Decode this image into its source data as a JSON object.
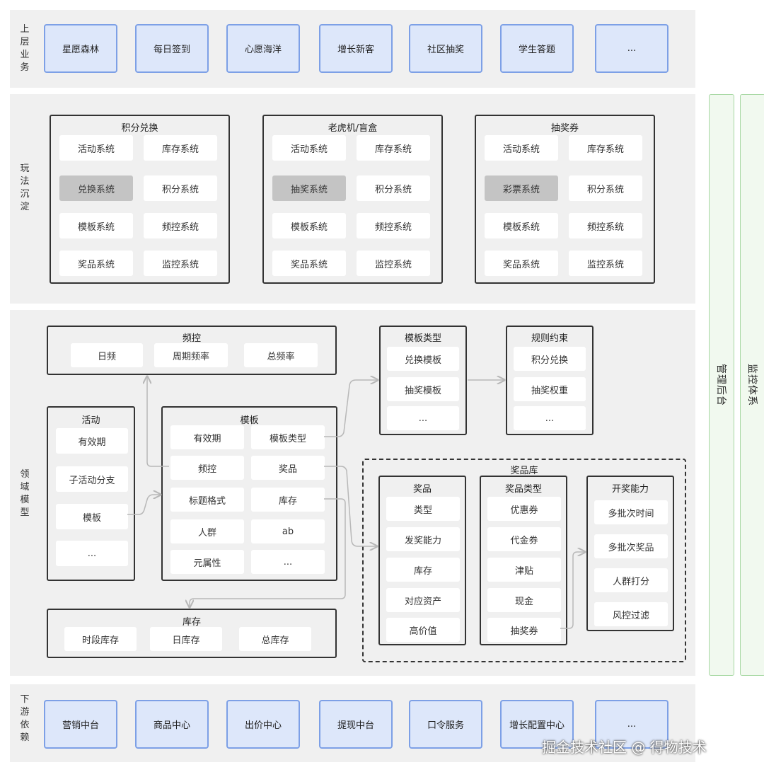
{
  "layers": {
    "top": {
      "label": "上层业务",
      "items": [
        "星愿森林",
        "每日签到",
        "心愿海洋",
        "增长新客",
        "社区抽奖",
        "学生答题",
        "..."
      ]
    },
    "play": {
      "label": "玩法沉淀"
    },
    "domain": {
      "label": "领域模型"
    },
    "bottom": {
      "label": "下游依赖",
      "items": [
        "营销中台",
        "商品中心",
        "出价中心",
        "提现中台",
        "口令服务",
        "增长配置中心",
        "..."
      ]
    }
  },
  "sidebars": {
    "admin": "管理后台",
    "monitor": "监控体系"
  },
  "play_groups": [
    {
      "title": "积分兑换",
      "cells": [
        "活动系统",
        "库存系统",
        "兑换系统",
        "积分系统",
        "模板系统",
        "频控系统",
        "奖品系统",
        "监控系统"
      ]
    },
    {
      "title": "老虎机/盲盒",
      "cells": [
        "活动系统",
        "库存系统",
        "抽奖系统",
        "积分系统",
        "模板系统",
        "频控系统",
        "奖品系统",
        "监控系统"
      ]
    },
    {
      "title": "抽奖券",
      "cells": [
        "活动系统",
        "库存系统",
        "彩票系统",
        "积分系统",
        "模板系统",
        "频控系统",
        "奖品系统",
        "监控系统"
      ]
    }
  ],
  "domain": {
    "freq": {
      "title": "频控",
      "items": [
        "日频",
        "周期频率",
        "总频率"
      ]
    },
    "activity": {
      "title": "活动",
      "items": [
        "有效期",
        "子活动分支",
        "模板",
        "..."
      ]
    },
    "template": {
      "title": "模板",
      "items": [
        "有效期",
        "模板类型",
        "频控",
        "奖品",
        "标题格式",
        "库存",
        "人群",
        "ab",
        "元属性",
        "..."
      ]
    },
    "template_type": {
      "title": "模板类型",
      "items": [
        "兑换模板",
        "抽奖模板",
        "..."
      ]
    },
    "rules": {
      "title": "规则约束",
      "items": [
        "积分兑换",
        "抽奖权重",
        "..."
      ]
    },
    "stock": {
      "title": "库存",
      "items": [
        "时段库存",
        "日库存",
        "总库存"
      ]
    },
    "prize_lib": {
      "title": "奖品库",
      "prize": {
        "title": "奖品",
        "items": [
          "类型",
          "发奖能力",
          "库存",
          "对应资产",
          "高价值"
        ]
      },
      "prize_type": {
        "title": "奖品类型",
        "items": [
          "优惠券",
          "代金券",
          "津贴",
          "现金",
          "抽奖券"
        ]
      },
      "draw": {
        "title": "开奖能力",
        "items": [
          "多批次时间",
          "多批次奖品",
          "人群打分",
          "风控过滤"
        ]
      }
    }
  },
  "watermark": "掘金技术社区 @ 得物技术",
  "colors": {
    "band": "#f0f0f0",
    "blue_fill": "#dde7fa",
    "blue_border": "#7da0e6",
    "green_fill": "#f1f9ef",
    "green_border": "#a7d8a3",
    "highlight_cell": "#c4c4c4",
    "arrow": "#b8b8b8"
  }
}
